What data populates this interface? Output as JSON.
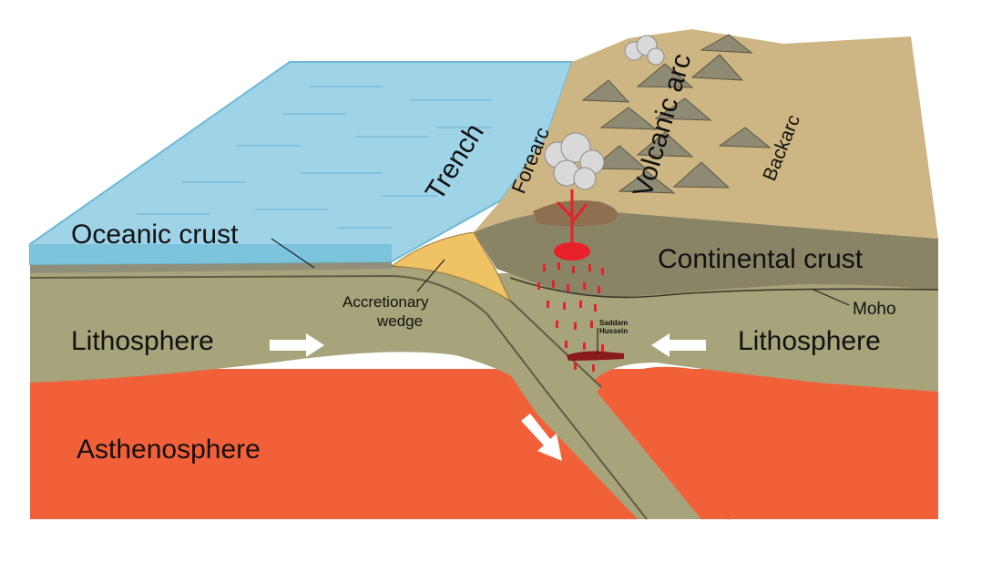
{
  "labels": {
    "trench": "Trench",
    "forearc": "Forearc",
    "volcanic_arc": "Volcanic arc",
    "backarc": "Backarc",
    "oceanic_crust": "Oceanic  crust",
    "continental_crust": "Continental  crust",
    "moho": "Moho",
    "accretionary_wedge_line1": "Accretionary",
    "accretionary_wedge_line2": "wedge",
    "lithosphere_left": "Lithosphere",
    "lithosphere_right": "Lithosphere",
    "asthenosphere": "Asthenosphere",
    "annotation_line1": "Saddam",
    "annotation_line2": "Hussein"
  },
  "colors": {
    "ocean_surface": "#9ed3e8",
    "ocean_side": "#7cc3dc",
    "land": "#cdb683",
    "mountain": "#8f8a73",
    "lithosphere": "#a7a37a",
    "asthenosphere": "#f2603a",
    "continental_crust": "#8a8466",
    "wedge": "#f0c266",
    "magma": "#e8202a",
    "arrow": "#ffffff"
  },
  "arrows": [
    "arrow-right-left-plate",
    "arrow-left-right-plate",
    "arrow-subduction"
  ]
}
